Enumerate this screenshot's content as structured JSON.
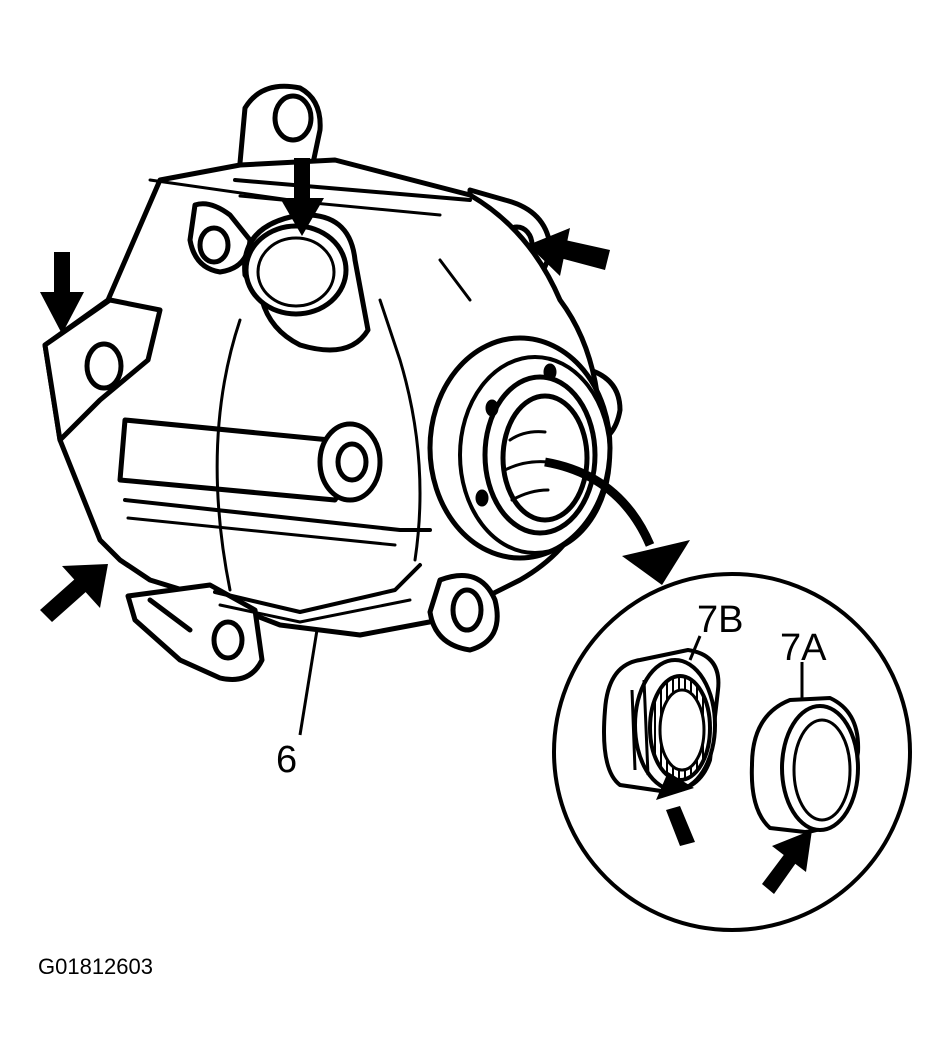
{
  "figure": {
    "callouts": {
      "housing": "6",
      "bearing": "7B",
      "seal": "7A"
    },
    "figure_id": "G01812603"
  },
  "colors": {
    "line": "#000000",
    "background": "#ffffff"
  }
}
